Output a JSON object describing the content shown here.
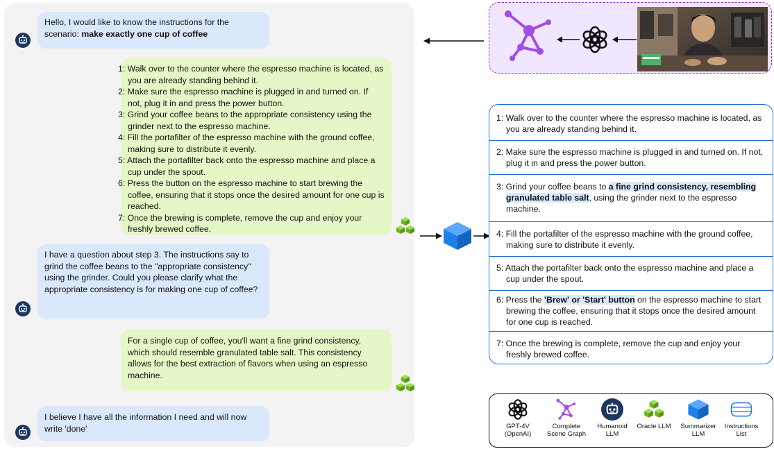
{
  "chat": {
    "msg1_prefix": "Hello, I would like to know the instructions for the scenario: ",
    "msg1_bold": "make exactly one cup of coffee",
    "msg2_steps": [
      "1: Walk over to the counter where the espresso machine is located, as you are already standing behind it.",
      "2: Make sure the espresso machine is plugged in and turned on. If not, plug it in and press the power button.",
      "3: Grind your coffee beans to the appropriate consistency using the grinder next to the espresso machine.",
      "4: Fill the portafilter of the espresso machine with the ground coffee, making sure to distribute it evenly.",
      "5: Attach the portafilter back onto the espresso machine and place a cup under the spout.",
      "6: Press the button on the espresso machine to start brewing the coffee, ensuring that it stops once the desired amount for one cup is reached.",
      "7: Once the brewing is complete, remove the cup and enjoy your freshly brewed coffee."
    ],
    "msg3": "I have a question about step 3. The instructions say to grind the coffee beans to the \"appropriate consistency\" using the grinder. Could you please clarify what the appropriate consistency is for making one cup of coffee?",
    "msg4": "For a single cup of coffee, you'll want a fine grind consistency, which should resemble granulated table salt. This consistency allows for the best extraction of flavors when using an espresso machine.",
    "msg5": "I believe I have all the information I need and will now write 'done'"
  },
  "instructions": {
    "s1": "1: Walk over to the counter where the espresso machine is located, as you are already standing behind it.",
    "s2": "2: Make sure the espresso machine is plugged in and turned on. If not, plug it in and press the power button.",
    "s3_prefix": "3: Grind your coffee beans to ",
    "s3_highlight": "a fine grind consistency, resembling granulated table salt",
    "s3_suffix": ", using the grinder next to the espresso machine.",
    "s4": "4: Fill the portafilter of the espresso machine with the ground coffee, making sure to distribute it evenly.",
    "s5": "5: Attach the portafilter back onto the espresso machine and place a cup under the spout.",
    "s6_prefix": "6: Press the ",
    "s6_highlight": "'Brew' or 'Start' button",
    "s6_suffix": " on the espresso machine to start brewing the coffee, ensuring that it stops once the desired amount for one cup is reached.",
    "s7": "7: Once the brewing is complete, remove the cup and enjoy your freshly brewed coffee."
  },
  "legend": {
    "gpt": "GPT-4V (OpenAI)",
    "graph": "Complete Scene Graph",
    "humanoid": "Humanoid LLM",
    "oracle": "Oracle LLM",
    "summarizer": "Summarizer LLM",
    "list": "Instructions List"
  },
  "colors": {
    "humanoid_bubble": "#dae8fc",
    "oracle_bubble": "#e6f7c7",
    "instructions_border": "#1f6fd4",
    "scene_graph": "#a24ee6",
    "oracle_cube": "#7cc62a",
    "summarizer_cube": "#1f7fe8",
    "avatar": "#1b3760"
  },
  "icons": [
    "openai-logo-icon",
    "scene-graph-icon",
    "robot-avatar-icon",
    "oracle-cubes-icon",
    "summarizer-cube-icon",
    "instructions-list-icon",
    "video-frame-image"
  ]
}
